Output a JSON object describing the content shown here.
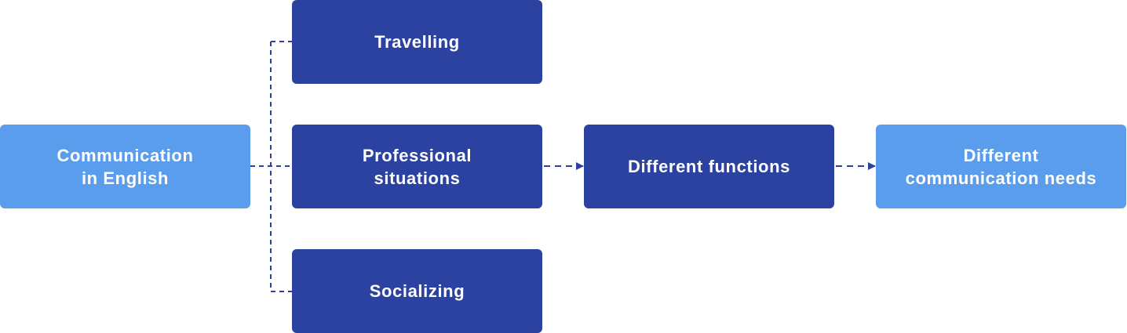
{
  "diagram": {
    "nodes": {
      "source": "Communication\nin English",
      "travelling": "Travelling",
      "professional": "Professional\nsituations",
      "socializing": "Socializing",
      "functions": "Different functions",
      "needs": "Different\ncommunication needs"
    },
    "colors": {
      "light_box": "#5b9ded",
      "dark_box": "#2c42a0",
      "connector": "#2c42a0"
    },
    "edges": [
      {
        "from": "source",
        "to": "travelling",
        "style": "dashed"
      },
      {
        "from": "source",
        "to": "professional",
        "style": "dashed"
      },
      {
        "from": "source",
        "to": "socializing",
        "style": "dashed"
      },
      {
        "from": "professional",
        "to": "functions",
        "style": "dashed-arrow"
      },
      {
        "from": "functions",
        "to": "needs",
        "style": "dashed-arrow"
      }
    ]
  }
}
